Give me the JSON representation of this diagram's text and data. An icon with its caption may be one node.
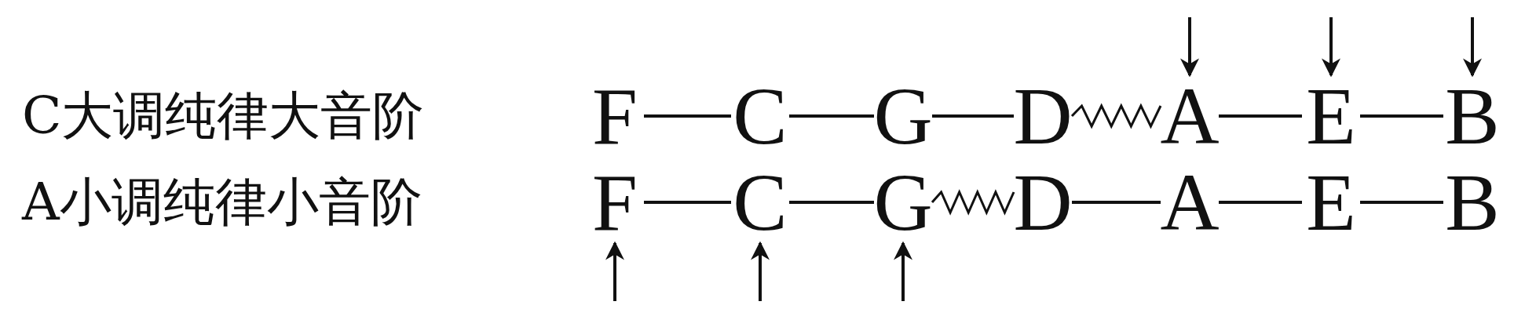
{
  "diagram": {
    "nodes": [
      {
        "text": [
          "F"
        ]
      },
      {
        "text": [
          "C"
        ]
      },
      {
        "text": [
          "G"
        ]
      },
      {
        "text": [
          "D"
        ]
      },
      {
        "text": [
          "A"
        ]
      },
      {
        "text": [
          "E"
        ]
      },
      {
        "text": [
          "B"
        ]
      },
      {
        "text": [
          "F"
        ]
      },
      {
        "text": [
          "C"
        ]
      },
      {
        "text": [
          "G"
        ]
      },
      {
        "text": [
          "D"
        ]
      },
      {
        "text": [
          "A"
        ]
      },
      {
        "text": [
          "E"
        ]
      },
      {
        "text": [
          "B"
        ]
      }
    ],
    "edges": [
      {
        "from": 0,
        "to": 1,
        "arrow": "none"
      },
      {
        "from": 1,
        "to": 2,
        "arrow": "none"
      },
      {
        "from": 2,
        "to": 3,
        "arrow": "none"
      },
      {
        "from": 3,
        "to": 4,
        "arrow": "none"
      },
      {
        "from": 4,
        "to": 5,
        "arrow": "none"
      },
      {
        "from": 5,
        "to": 6,
        "arrow": "none"
      },
      {
        "from": 7,
        "to": 8,
        "arrow": "none"
      },
      {
        "from": 8,
        "to": 9,
        "arrow": "none"
      },
      {
        "from": 9,
        "to": 10,
        "arrow": "none"
      },
      {
        "from": 10,
        "to": 11,
        "arrow": "none"
      },
      {
        "from": 11,
        "to": 12,
        "arrow": "none"
      },
      {
        "from": 12,
        "to": 13,
        "arrow": "none"
      },
      {
        "from": null,
        "to": 4,
        "arrow": "to"
      },
      {
        "from": null,
        "to": 5,
        "arrow": "to"
      },
      {
        "from": null,
        "to": 6,
        "arrow": "to"
      },
      {
        "from": null,
        "to": 7,
        "arrow": "to"
      },
      {
        "from": null,
        "to": 8,
        "arrow": "to"
      },
      {
        "from": null,
        "to": 9,
        "arrow": "to"
      }
    ],
    "labels": [
      "C大调纯律大音阶",
      "A小调纯律小音阶"
    ]
  }
}
